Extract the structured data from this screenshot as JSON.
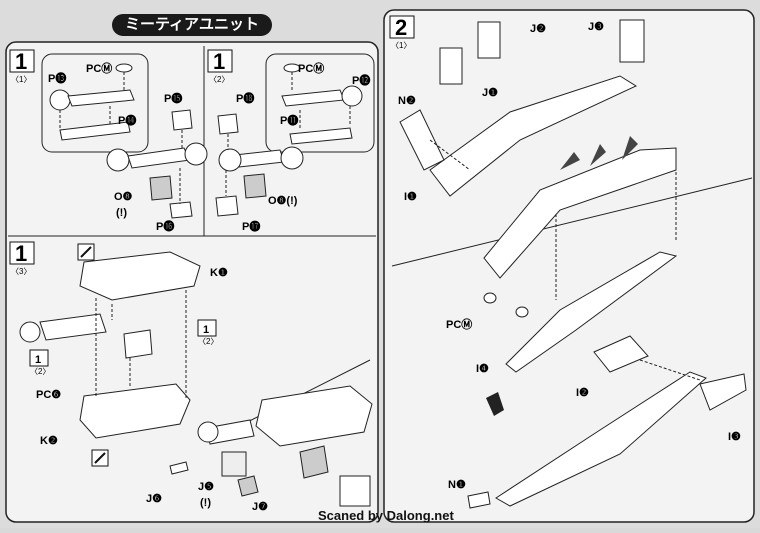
{
  "title": "ミーティアユニット",
  "credit": "Scaned by Dalong.net",
  "steps": {
    "s1a": {
      "num": "1",
      "sub": "〈1〉"
    },
    "s1b": {
      "num": "1",
      "sub": "〈2〉"
    },
    "s1c": {
      "num": "1",
      "sub": "〈3〉"
    },
    "s2": {
      "num": "2",
      "sub": "〈1〉"
    },
    "ref_num": "1",
    "ref_sub": "〈2〉",
    "ref_num2": "1",
    "ref_sub2": "〈2〉"
  },
  "labels": {
    "pcm_a": "PCⓂ",
    "p13": "P⓭",
    "p14": "P⓮",
    "p15": "P⓯",
    "p16": "P⓰",
    "o8a": "O❽",
    "warn_a": "(!)",
    "pcm_b": "PCⓂ",
    "p18": "P⓲",
    "p12": "P⓬",
    "p11": "P⓫",
    "o8b": "O❽(!)",
    "p17": "P⓱",
    "k1": "K❶",
    "k2": "K❷",
    "pc6": "PC❻",
    "j6": "J❻",
    "j5": "J❺",
    "warn_j5": "(!)",
    "j7": "J❼",
    "n2": "N❷",
    "j2": "J❷",
    "j3": "J❸",
    "j1": "J❶",
    "i1": "I❶",
    "pcm_c": "PCⓂ",
    "i4": "I❹",
    "i2": "I❷",
    "i3": "I❸",
    "n1": "N❶"
  }
}
